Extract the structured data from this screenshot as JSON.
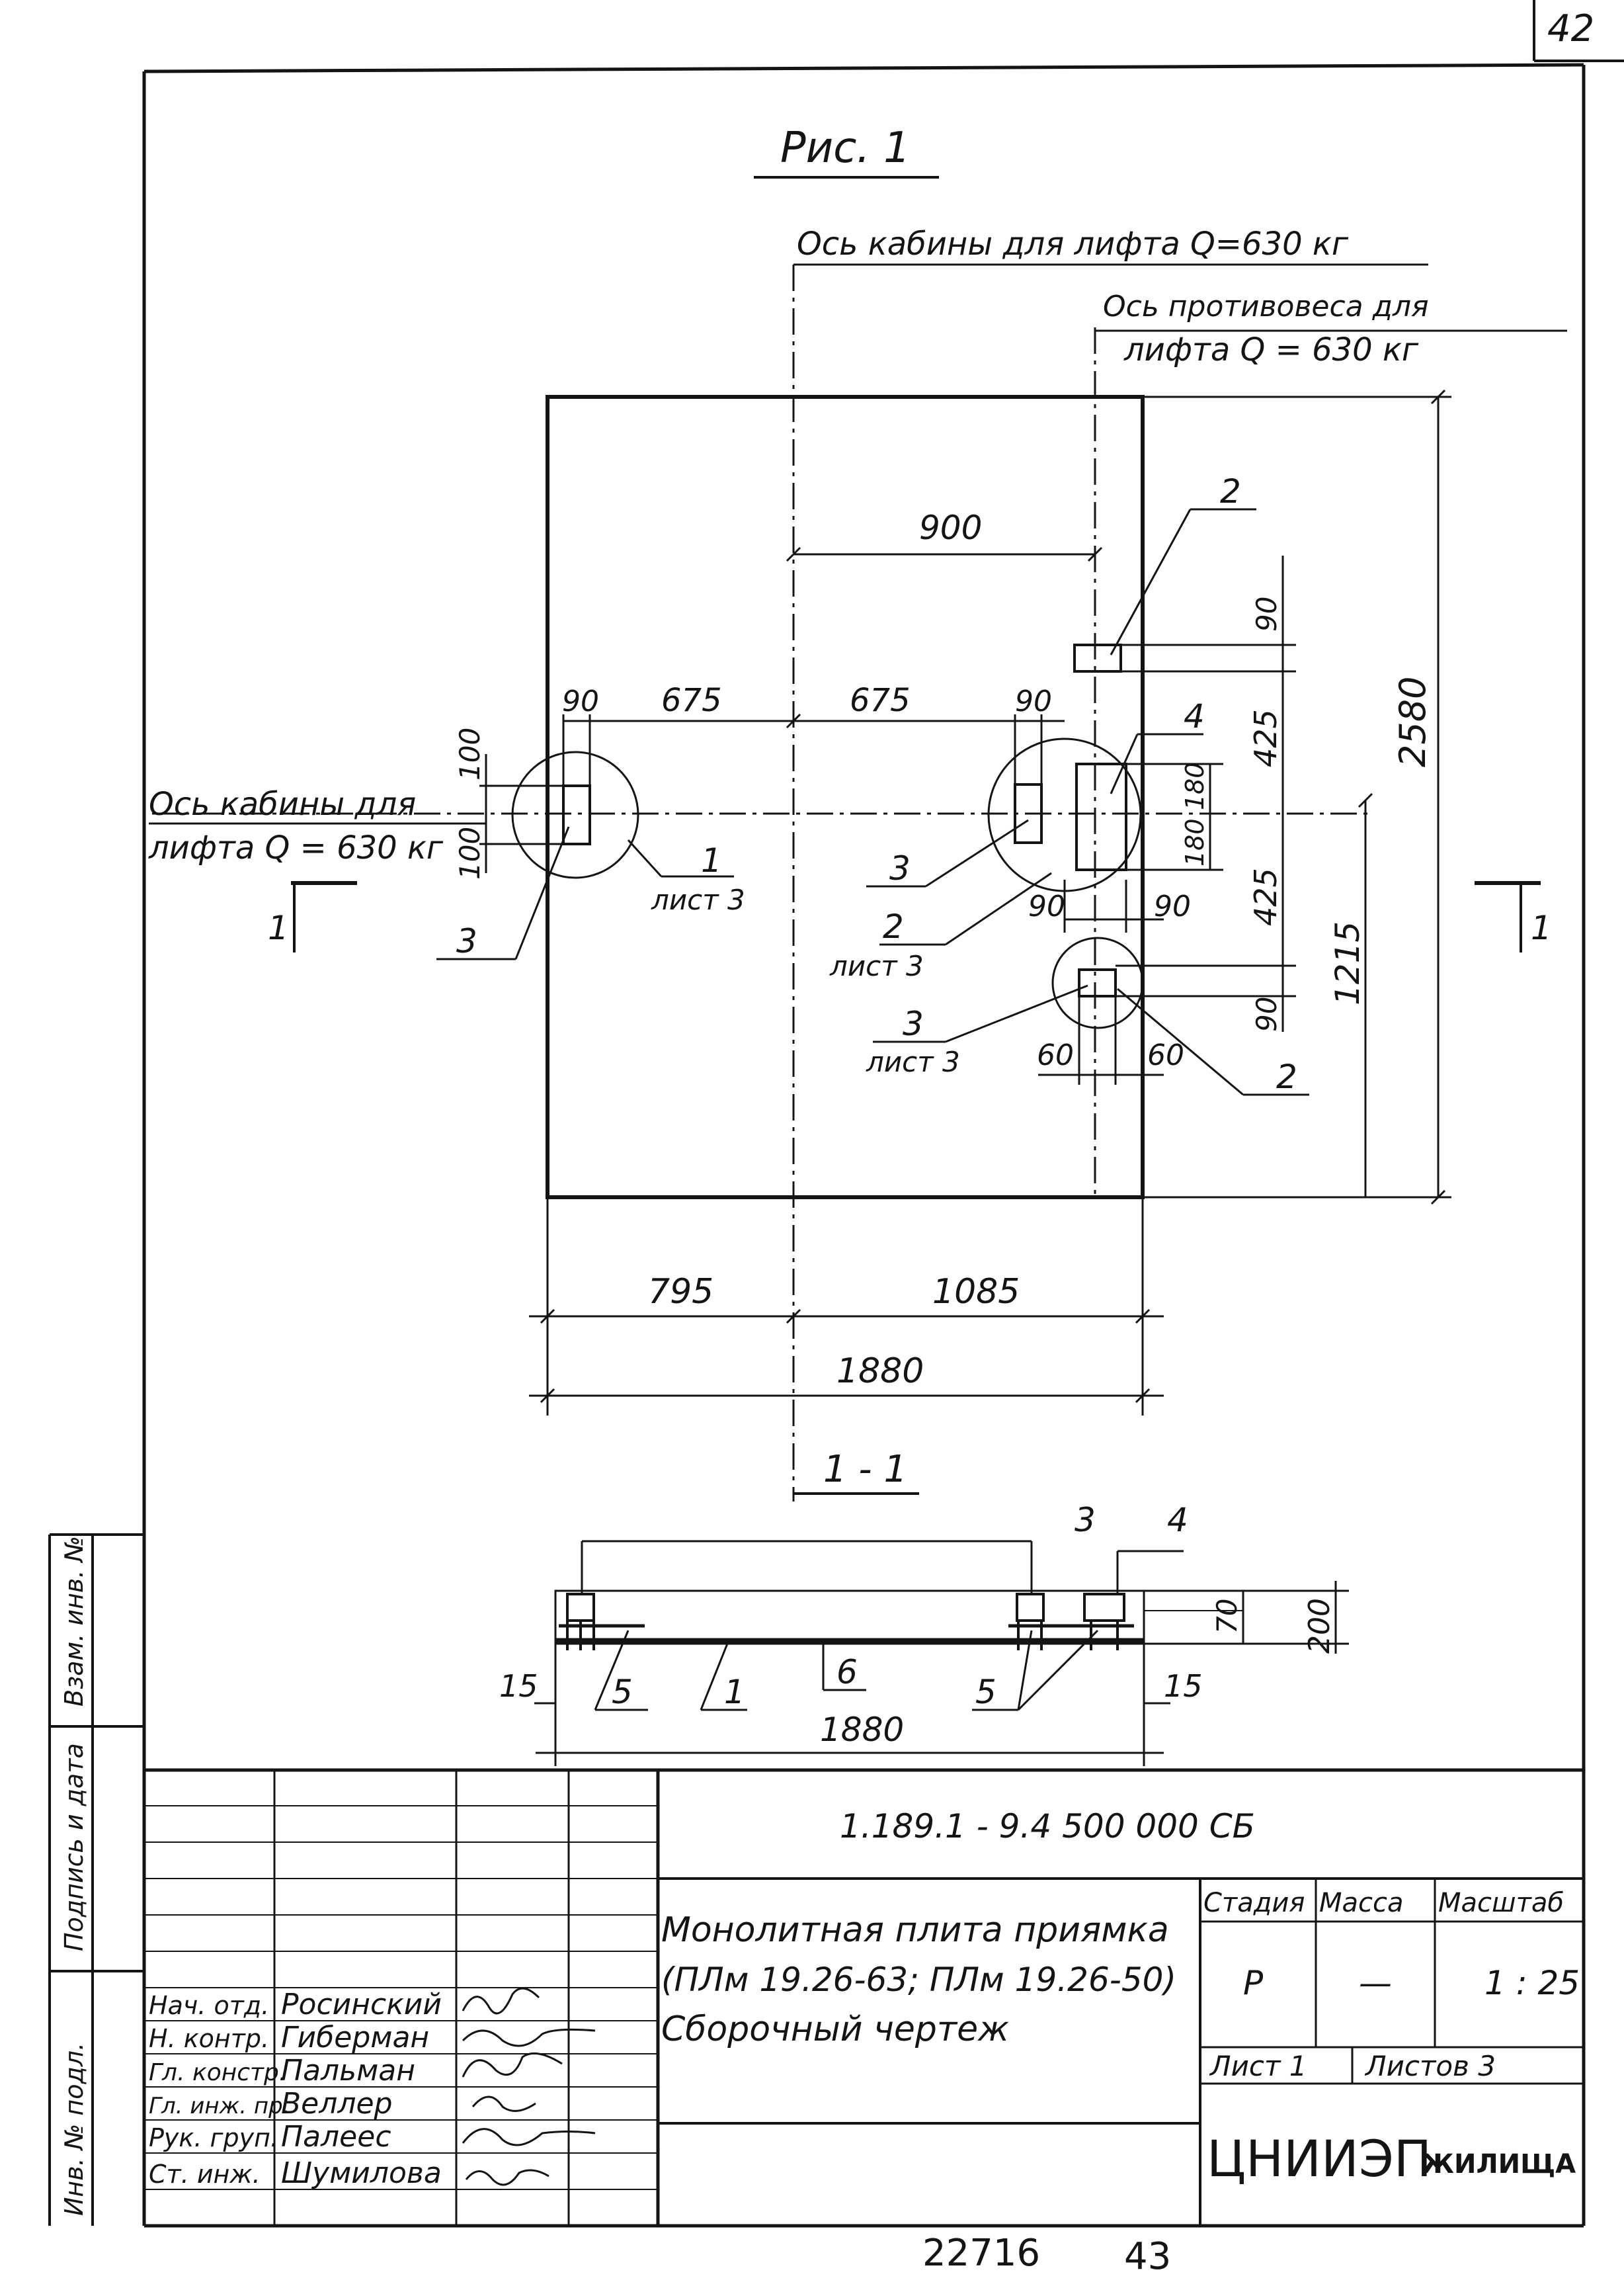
{
  "sheet": {
    "page_no_top": "42",
    "page_no_bottom": "43",
    "archive_no": "22716"
  },
  "plan": {
    "title": "Рис. 1",
    "cabin_axis_top": "Ось кабины для лифта Q=630 кг",
    "counterweight_axis_line1": "Ось противовеса для",
    "counterweight_axis_line2": "лифта  Q = 630 кг",
    "cabin_axis_left_line1": "Ось кабины для",
    "cabin_axis_left_line2": "лифта  Q = 630 кг",
    "section_mark": "1",
    "dims": {
      "d900": "900",
      "d2580": "2580",
      "d675a": "675",
      "d675b": "675",
      "d90a": "90",
      "d90b": "90",
      "d90c": "90",
      "d90d": "90",
      "d90e": "90",
      "d90f": "90",
      "d100a": "100",
      "d100b": "100",
      "d425a": "425",
      "d425b": "425",
      "d180a": "180",
      "d180b": "180",
      "d1215": "1215",
      "d60a": "60",
      "d60b": "60",
      "d795": "795",
      "d1085": "1085",
      "d1880": "1880"
    },
    "callouts": {
      "c1": "1",
      "c1_sheet": "лист 3",
      "c2_top": "2",
      "c2_mid": "2",
      "c2_mid_sheet": "лист 3",
      "c2_low": "2",
      "c3_left": "3",
      "c3_mid": "3",
      "c3_low": "3",
      "c3_low_sheet": "лист 3",
      "c4": "4"
    }
  },
  "section": {
    "title": "1 - 1",
    "marks": {
      "m3": "3",
      "m4": "4",
      "m5a": "5",
      "m1": "1",
      "m6": "6",
      "m5b": "5"
    },
    "dims": {
      "d15a": "15",
      "d15b": "15",
      "d1880": "1880",
      "d70": "70",
      "d200": "200"
    }
  },
  "side_stamp": {
    "cells": [
      "Инв. № подл.",
      "Подпись и дата",
      "Взам. инв. №"
    ]
  },
  "title_block": {
    "doc_code": "1.189.1 - 9.4   500 000 СБ",
    "name_line1": "Монолитная плита приямка",
    "name_line2": "(ПЛм 19.26-63; ПЛм 19.26-50)",
    "name_line3": "Сборочный чертеж",
    "stage_header": "Стадия",
    "mass_header": "Масса",
    "scale_header": "Масштаб",
    "stage_value": "Р",
    "mass_value": "—",
    "scale_value": "1 : 25",
    "sheet_label": "Лист 1",
    "sheets_label": "Листов 3",
    "org_main": "ЦНИИЭП",
    "org_sub": "ЖИЛИЩА",
    "roles": [
      {
        "role": "Нач. отд.",
        "name": "Росинский"
      },
      {
        "role": "Н. контр.",
        "name": "Гиберман"
      },
      {
        "role": "Гл. констр.",
        "name": "Пальман"
      },
      {
        "role": "Гл. инж. пр.",
        "name": "Веллер"
      },
      {
        "role": "Рук. груп.",
        "name": "Палеес"
      },
      {
        "role": "Ст. инж.",
        "name": "Шумилова"
      }
    ]
  }
}
